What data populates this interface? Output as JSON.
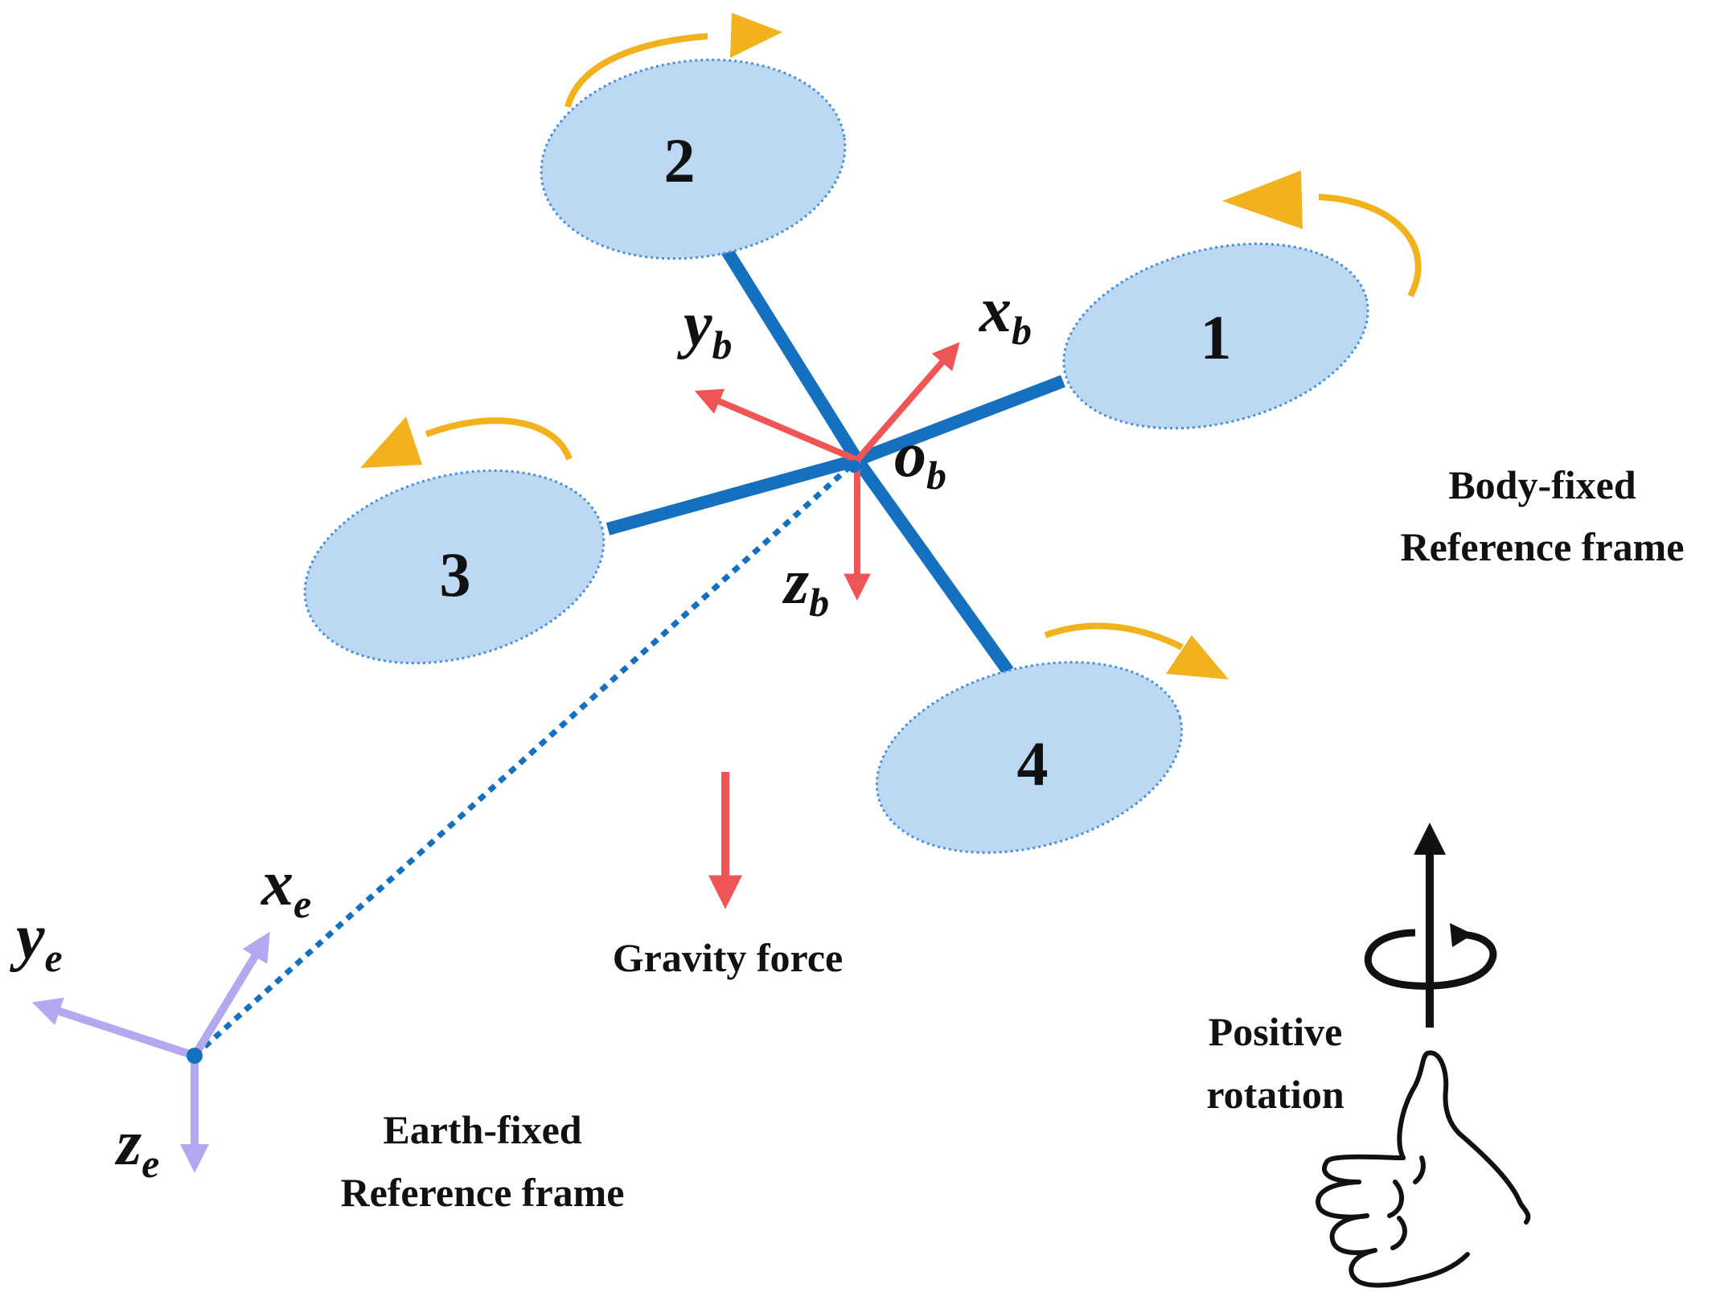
{
  "propellers": [
    {
      "id": "propeller-1",
      "label": "1",
      "spin": "counter-clockwise"
    },
    {
      "id": "propeller-2",
      "label": "2",
      "spin": "clockwise"
    },
    {
      "id": "propeller-3",
      "label": "3",
      "spin": "counter-clockwise"
    },
    {
      "id": "propeller-4",
      "label": "4",
      "spin": "clockwise"
    }
  ],
  "body_frame": {
    "x_axis": {
      "main": "x",
      "sub": "b"
    },
    "y_axis": {
      "main": "y",
      "sub": "b"
    },
    "z_axis": {
      "main": "z",
      "sub": "b"
    },
    "origin": {
      "main": "o",
      "sub": "b"
    },
    "title_line1": "Body-fixed",
    "title_line2": "Reference frame"
  },
  "earth_frame": {
    "x_axis": {
      "main": "x",
      "sub": "e"
    },
    "y_axis": {
      "main": "y",
      "sub": "e"
    },
    "z_axis": {
      "main": "z",
      "sub": "e"
    },
    "title_line1": "Earth-fixed",
    "title_line2": "Reference frame"
  },
  "gravity": {
    "label": "Gravity force"
  },
  "rotation_legend": {
    "line1": "Positive",
    "line2": "rotation"
  },
  "colors": {
    "arm": "#1570c0",
    "propeller_fill": "#bcd8f3",
    "propeller_edge": "#4a90d9",
    "spin_arrow": "#f2b21e",
    "body_axes": "#f05555",
    "earth_axes": "#b3a9f0",
    "text": "#111111"
  },
  "icons": [
    "thumb-up-hand-icon",
    "rotation-arrow-icon"
  ]
}
